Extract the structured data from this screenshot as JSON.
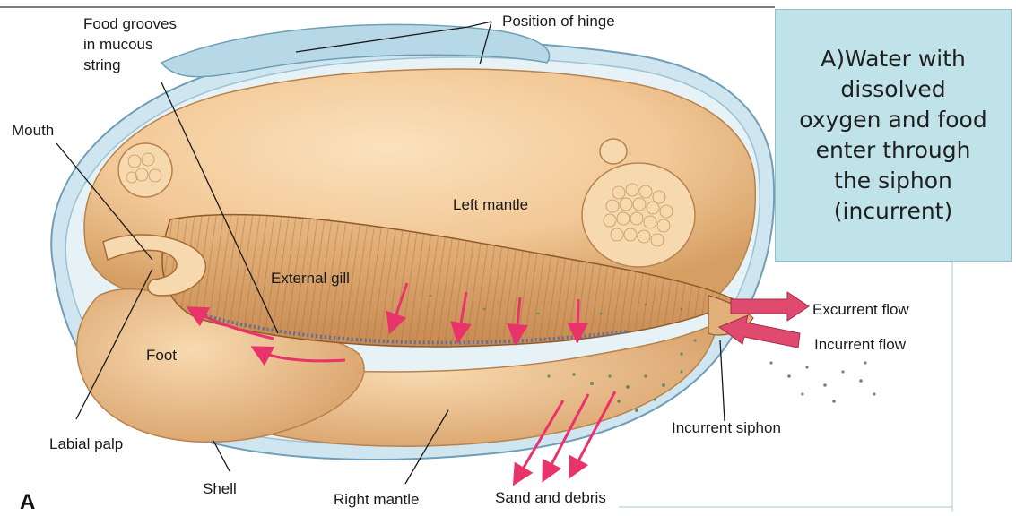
{
  "callout": {
    "text": "A)Water with\ndissolved\noxygen and food\nenter through\nthe siphon\n(incurrent)"
  },
  "labels": {
    "food_grooves": [
      "Food grooves",
      "in mucous",
      "string"
    ],
    "position_of_hinge": "Position of hinge",
    "mouth": "Mouth",
    "left_mantle": "Left mantle",
    "external_gill": "External gill",
    "foot": "Foot",
    "excurrent_flow": "Excurrent flow",
    "incurrent_flow": "Incurrent flow",
    "incurrent_siphon": "Incurrent siphon",
    "labial_palp": "Labial palp",
    "shell": "Shell",
    "right_mantle": "Right mantle",
    "sand_and_debris": "Sand and debris",
    "figure_letter": "A"
  },
  "colors": {
    "mantle": "#f2c896",
    "mantle_dark": "#d9a36b",
    "shell": "#c9e3ee",
    "shell_edge": "#6f9fb8",
    "arrow": "#e8336b",
    "callout_bg": "#bfe3e8"
  }
}
